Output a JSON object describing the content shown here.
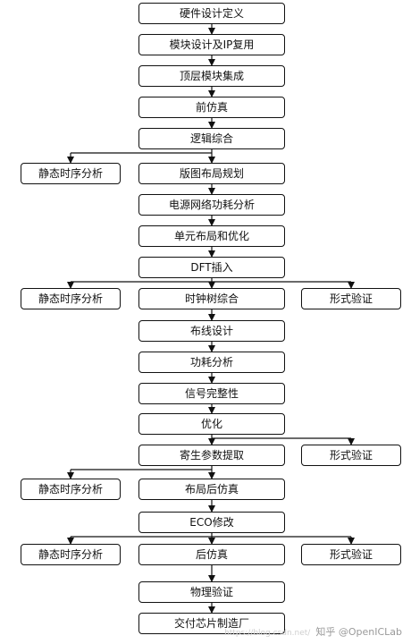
{
  "flow": {
    "steps": [
      "硬件设计定义",
      "模块设计及IP复用",
      "顶层模块集成",
      "前仿真",
      "逻辑综合",
      "版图布局规划",
      "电源网络功耗分析",
      "单元布局和优化",
      "DFT插入",
      "时钟树综合",
      "布线设计",
      "功耗分析",
      "信号完整性",
      "优化",
      "寄生参数提取",
      "布局后仿真",
      "ECO修改",
      "后仿真",
      "物理验证",
      "交付芯片制造厂"
    ]
  },
  "side_checks": {
    "sta_1": "静态时序分析",
    "sta_2": "静态时序分析",
    "fv_1": "形式验证",
    "fv_2": "形式验证",
    "sta_3": "静态时序分析",
    "sta_4": "静态时序分析",
    "fv_3": "形式验证"
  },
  "watermark": {
    "faint": "https://blog.csdn.net/",
    "text": "知乎 @OpenICLab"
  }
}
